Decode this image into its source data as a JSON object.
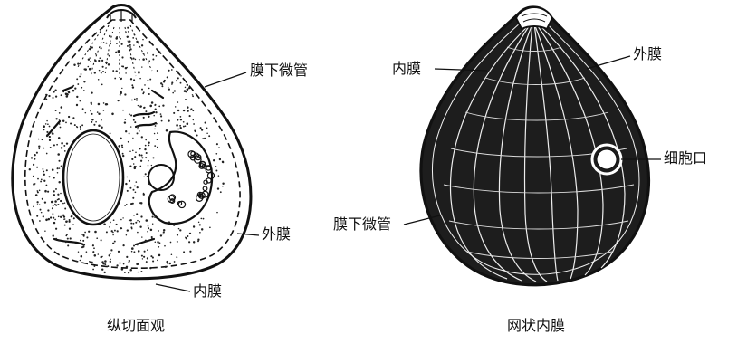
{
  "left_figure": {
    "labels": {
      "subpellicular_microtubules": "膜下微管",
      "outer_membrane": "外膜",
      "inner_membrane": "内膜"
    },
    "caption": "纵切面观"
  },
  "right_figure": {
    "labels": {
      "inner_membrane": "内膜",
      "outer_membrane": "外膜",
      "cytostome": "细胞口",
      "subpellicular_microtubules": "膜下微管"
    },
    "caption": "网状内膜"
  },
  "colors": {
    "ink": "#111111",
    "background": "#ffffff"
  }
}
